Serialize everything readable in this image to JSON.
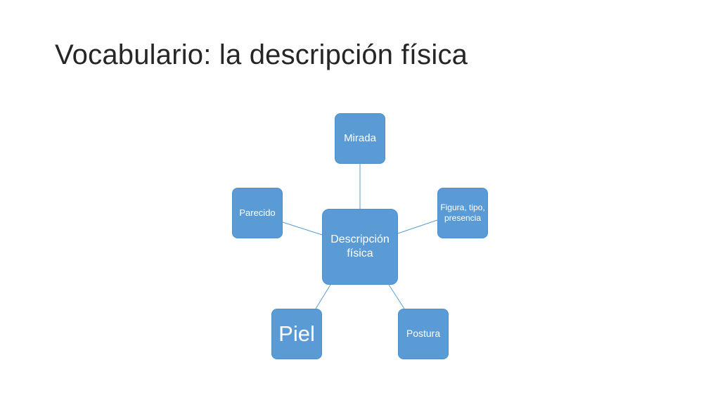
{
  "slide": {
    "title": "Vocabulario: la descripción física"
  },
  "diagram": {
    "center": "Descripción física",
    "branches": [
      {
        "id": "mirada",
        "label": "Mirada"
      },
      {
        "id": "figura",
        "label": "Figura, tipo, presencia"
      },
      {
        "id": "postura",
        "label": "Postura"
      },
      {
        "id": "piel",
        "label": "Piel"
      },
      {
        "id": "parecido",
        "label": "Parecido"
      }
    ]
  },
  "colors": {
    "node_fill": "#5b9bd5",
    "connector": "#5b9bd5",
    "title_text": "#262626"
  }
}
